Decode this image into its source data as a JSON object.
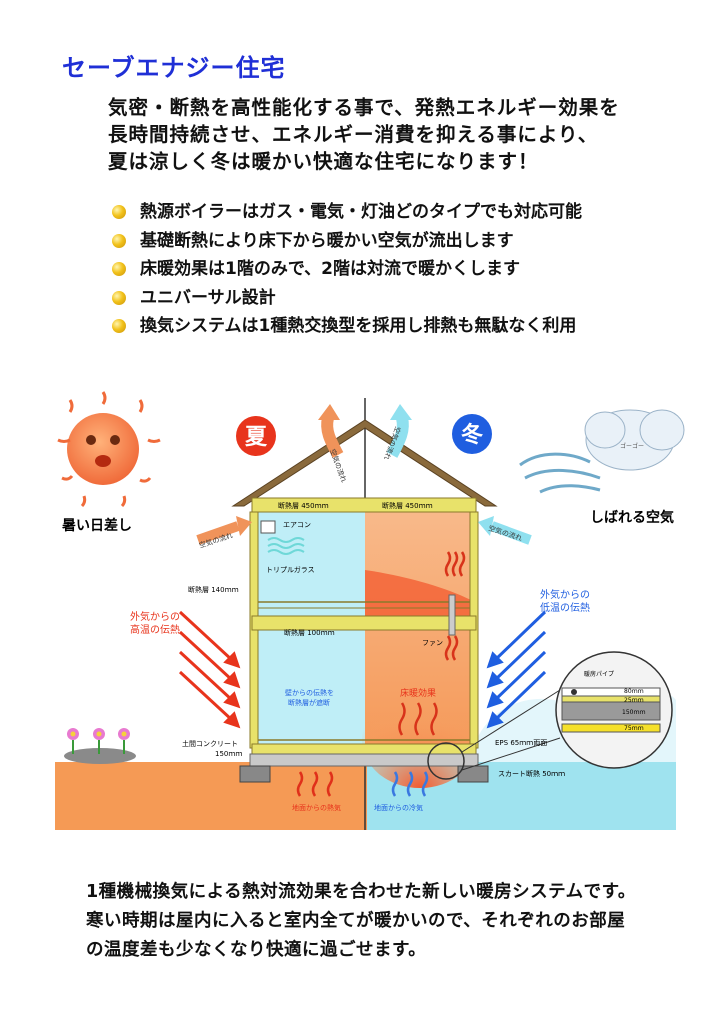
{
  "title": "セーブエナジー住宅",
  "intro": [
    "気密・断熱を高性能化する事で、発熱エネルギー効果を",
    "長時間持続させ、エネルギー消費を抑える事により、",
    "夏は涼しく冬は暖かい快適な住宅になります！"
  ],
  "bullets": [
    "熱源ボイラーはガス・電気・灯油どのタイプでも対応可能",
    "基礎断熱により床下から暖かい空気が流出します",
    "床暖効果は1階のみで、2階は対流で暖かくします",
    "ユニバーサル設計",
    "換気システムは1種熱交換型を採用し排熱も無駄なく利用"
  ],
  "diagram": {
    "summer_badge": "夏",
    "winter_badge": "冬",
    "summer_caption": "暑い日差し",
    "winter_caption": "しばれる空気",
    "roof_flow_left": "空気の流れ",
    "roof_flow_right": "空気の流れ",
    "eave_flow_left": "空気の流れ",
    "eave_flow_right": "空気の流れ",
    "cloud_face": "ゴーゴー",
    "roof_insulation_left": "断熱層 450ｍｍ",
    "roof_insulation_right": "断熱層 450ｍｍ",
    "aircon": "エアコン",
    "triple_glass": "トリプルガラス",
    "wall_insulation": "断熱層 140ｍｍ",
    "floor_insulation": "断熱層 100ｍｍ",
    "outside_heat_1": "外気からの",
    "outside_heat_2": "高温の伝熱",
    "outside_cold_1": "外気からの",
    "outside_cold_2": "低温の伝熱",
    "fan": "ファン",
    "wall_block_1": "壁からの伝熱を",
    "wall_block_2": "断熱層が遮断",
    "floor_heating": "床暖効果",
    "concrete_1": "土間コンクリート",
    "concrete_2": "150ｍｍ",
    "eps": "EPS 65ｍｍ両面",
    "skirt": "スカート断熱 50ｍｍ",
    "ground_heat": "地面からの熱気",
    "ground_cold": "地面からの冷気",
    "detail_pipe": "暖房パイプ",
    "detail_dims": [
      "80ｍｍ",
      "25ｍｍ",
      "150ｍｍ",
      "75ｍｍ"
    ]
  },
  "footer": [
    "1種機械換気による熱対流効果を合わせた新しい暖房システムです。",
    "寒い時期は屋内に入ると室内全てが暖かいので、それぞれのお部屋",
    "の温度差も少なくなり快適に過ごせます。"
  ]
}
